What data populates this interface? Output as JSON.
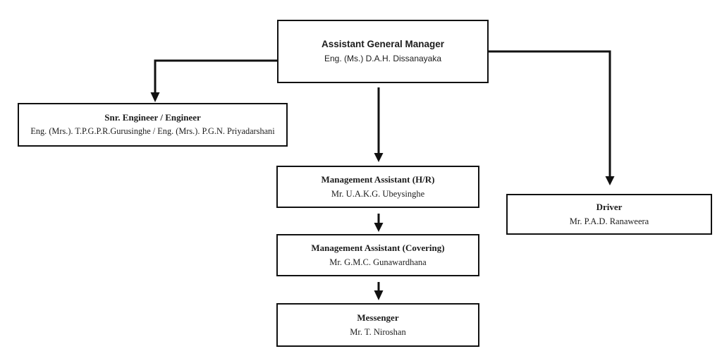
{
  "org_chart": {
    "nodes": {
      "agm": {
        "title": "Assistant General Manager",
        "person": "Eng. (Ms.) D.A.H. Dissanayaka"
      },
      "snr_engineer": {
        "title": "Snr. Engineer / Engineer",
        "person": "Eng. (Mrs.). T.P.G.P.R.Gurusinghe / Eng. (Mrs.). P.G.N. Priyadarshani"
      },
      "ma_hr": {
        "title": "Management Assistant (H/R)",
        "person": "Mr. U.A.K.G. Ubeysinghe"
      },
      "ma_covering": {
        "title": "Management Assistant (Covering)",
        "person": "Mr. G.M.C. Gunawardhana"
      },
      "messenger": {
        "title": "Messenger",
        "person": "Mr. T. Niroshan"
      },
      "driver": {
        "title": "Driver",
        "person": "Mr. P.A.D. Ranaweera"
      }
    },
    "edges": [
      {
        "from": "agm",
        "to": "snr_engineer"
      },
      {
        "from": "agm",
        "to": "ma_hr"
      },
      {
        "from": "agm",
        "to": "driver"
      },
      {
        "from": "ma_hr",
        "to": "ma_covering"
      },
      {
        "from": "ma_covering",
        "to": "messenger"
      }
    ],
    "colors": {
      "line": "#111111",
      "border": "#111111",
      "text": "#1c1c1c",
      "box_fill": "#ffffff"
    }
  }
}
